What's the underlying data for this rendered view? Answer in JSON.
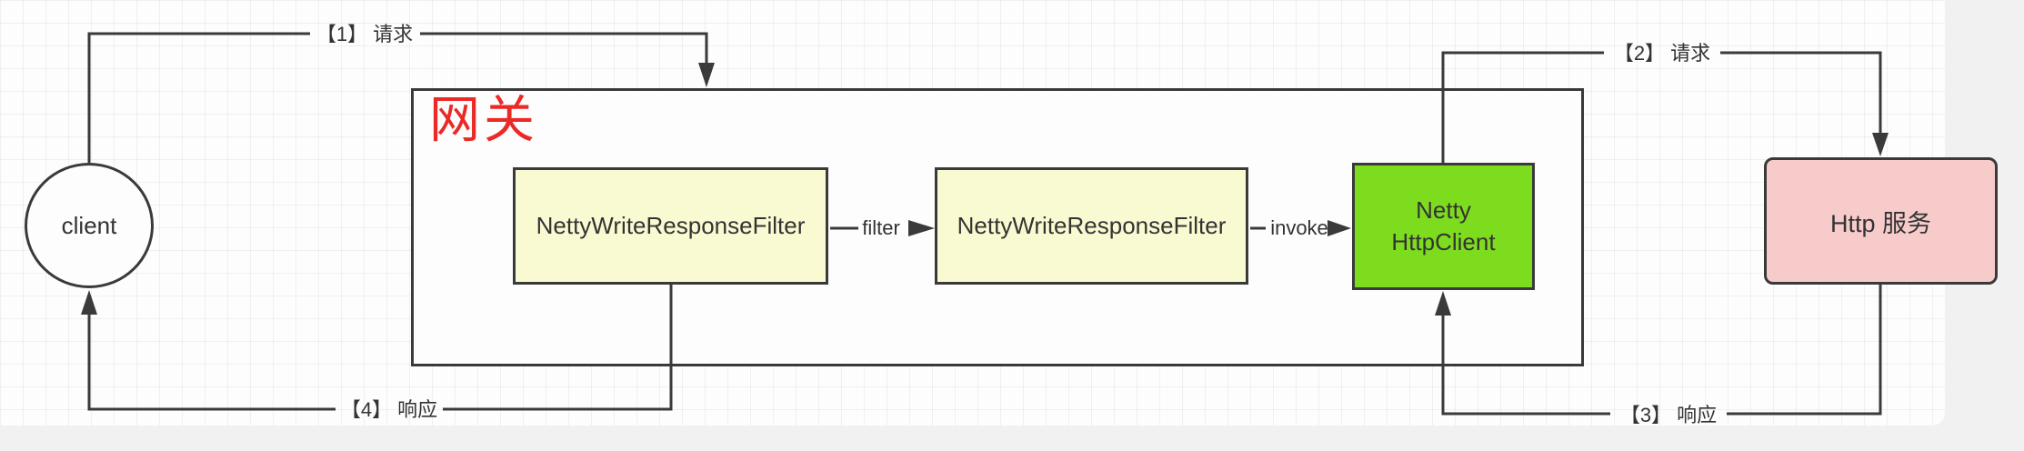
{
  "diagram": {
    "client": {
      "label": "client"
    },
    "gateway": {
      "title": "网关"
    },
    "filters": [
      {
        "label": "NettyWriteResponseFilter"
      },
      {
        "label": "NettyWriteResponseFilter"
      }
    ],
    "http_client": {
      "line1": "Netty",
      "line2": "HttpClient"
    },
    "http_service": {
      "label": "Http 服务"
    },
    "edges": {
      "request_1": "【1】 请求",
      "request_2": "【2】 请求",
      "response_3": "【3】 响应",
      "response_4": "【4】 响应",
      "filter": "filter",
      "invoke": "invoke"
    },
    "colors": {
      "connector": "#3a3a3a",
      "node_border": "#3a3a3a",
      "gateway_title": "#ea2a27",
      "client_fill": "#fdfdfd",
      "gateway_fill": "#fdfdfd",
      "filter_box_fill": "#fafad2",
      "http_client_fill": "#7edc1f",
      "http_service_fill": "#f8cbcb",
      "canvas_bg": "#fdfdfd",
      "outer_bg": "#f1f1f1",
      "label_text": "#333333"
    }
  }
}
